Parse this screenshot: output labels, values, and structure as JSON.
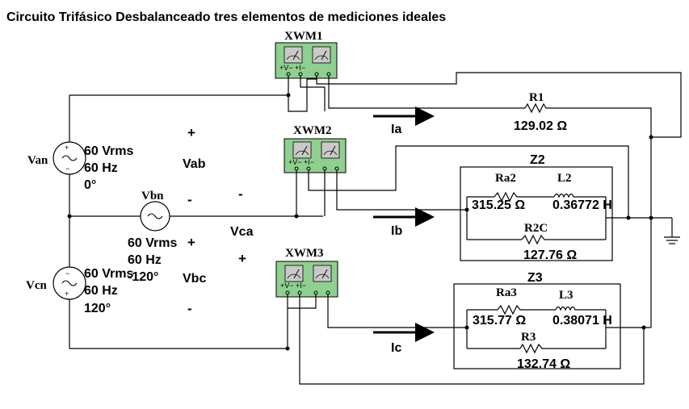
{
  "title": "Circuito Trifásico Desbalanceado tres elementos de mediciones ideales",
  "wattmeters": [
    {
      "name": "XWM1"
    },
    {
      "name": "XWM2"
    },
    {
      "name": "XWM3"
    }
  ],
  "wattmeter_terminals": {
    "v_label": "V",
    "i_label": "I",
    "plus": "+",
    "minus": "−"
  },
  "sources": [
    {
      "name": "Van",
      "voltage": "60 Vrms",
      "freq": "60 Hz",
      "phase": "0°"
    },
    {
      "name": "Vbn",
      "voltage": "60 Vrms",
      "freq": "60 Hz",
      "phase": "-120°"
    },
    {
      "name": "Vcn",
      "voltage": "60 Vrms",
      "freq": "60 Hz",
      "phase": "120°"
    }
  ],
  "line_voltages": {
    "vab": "Vab",
    "vca": "Vca",
    "vbc": "Vbc"
  },
  "polarity": {
    "plus": "+",
    "minus": "-"
  },
  "currents": {
    "ia": "Ia",
    "ib": "Ib",
    "ic": "Ic"
  },
  "phase_a": {
    "r_name": "R1",
    "r_value": "129.02 Ω"
  },
  "phase_b": {
    "group": "Z2",
    "ra_name": "Ra2",
    "ra_value": "315.25 Ω",
    "l_name": "L2",
    "l_value": "0.36772 H",
    "rc_name": "R2C",
    "rc_value": "127.76 Ω"
  },
  "phase_c": {
    "group": "Z3",
    "ra_name": "Ra3",
    "ra_value": "315.77 Ω",
    "l_name": "L3",
    "l_value": "0.38071 H",
    "r_name": "R3",
    "r_value": "132.74 Ω"
  }
}
